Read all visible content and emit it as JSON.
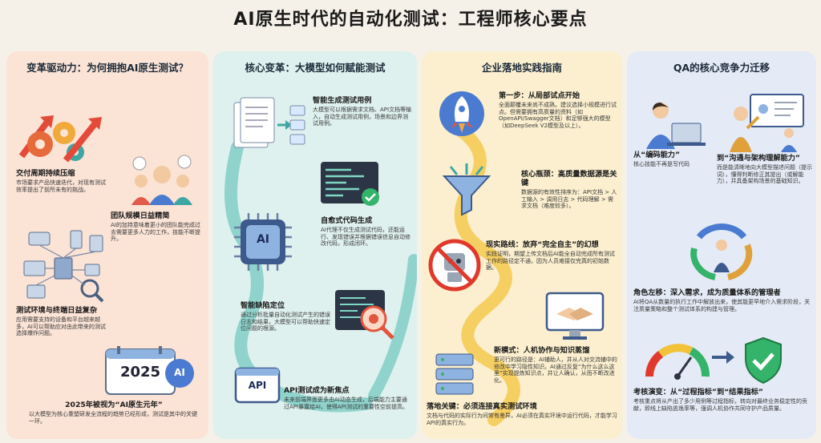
{
  "title": "AI原生时代的自动化测试：工程师核心要点",
  "col1": {
    "header": "变革驱动力：为何拥抱AI原生测试？",
    "b1": {
      "h": "交付周期持续压缩",
      "d": "市场要求产品快速迭代，对现有测试效率提出了前所未有的挑战。"
    },
    "b2": {
      "h": "团队规模日益精简",
      "d": "AI的加持意味着更小的团队能完成过去需要更多人力的工作，技能不断提升。"
    },
    "b3": {
      "h": "测试环境与终端日益复杂",
      "d": "应用需要支持的设备和平台越来越多，AI可以帮助应对由此带来的测试选择爆炸问题。"
    },
    "calendar_year": "2025",
    "calendar_badge": "AI",
    "b4": {
      "h": "2025年被视为“AI原生元年”",
      "d": "以大模型为核心重塑研发全流程的趋势已经形成，测试是其中的关键一环。"
    }
  },
  "col2": {
    "header": "核心变革：大模型如何赋能测试",
    "b1": {
      "h": "智能生成测试用例",
      "d": "大模型可以根据需求文档、API文档等输入，自动生成测试用例，场景和边界测试用例。"
    },
    "b2": {
      "h": "自愈式代码生成",
      "d": "AI代理不仅生成测试代码，还能运行、发现错误并根据错误信息自动修改代码，形成闭环。"
    },
    "chip_label": "AI",
    "b3": {
      "h": "智能缺陷定位",
      "d": "通过分析批量自动化测试产生的错误日志和结果，大模型可以帮助快速定位问题的根源。"
    },
    "api_label": "API",
    "b4": {
      "h": "API测试成为新焦点",
      "d": "未来前端界面更多由AI动态生成，后端能力主要通过API暴露给AI，使得API测试的重要性空前提高。"
    }
  },
  "col3": {
    "header": "企业落地实践指南",
    "b1": {
      "h": "第一步：从局部试点开始",
      "d": "全面颠覆未来尚不成熟。建议选择小规模进行试点。但需要拥有高质量的资料（如OpenAPI/Swagger文档）和足够强大的模型（如DeepSeek V2模型及以上）。"
    },
    "b2": {
      "h": "核心瓶颈：高质量数据源是关键",
      "d": "数据源的有效性排序为：API文档 > 人工输入 > 调用日志 > 代码理解 > 需求文档（难度较多）。"
    },
    "b3": {
      "h": "现实路线：放弃“完全自主”的幻想",
      "d": "实践证明，期望上传文档后AI能全自动完成所有测试工作的路径定不通，因为人员难接仅完真的初始数据。"
    },
    "b4": {
      "h": "新模式：人机协作与知识蒸馏",
      "d": "更可行的路径是：AI辅助人，并从人对交流辅中的修改中学习隐性知识。AI通过反复“为什么这么这里”实现提炼知识点，并让人确认，从而不断改进化。"
    },
    "b5": {
      "h": "落地关键：必须连接真实测试环境",
      "d": "文档与代码的实际行为间常有差异，AI必须在真实环境中运行代码，才能学习API的真实行为。"
    }
  },
  "col4": {
    "header": "QA的核心竞争力迁移",
    "b1": {
      "h": "从“编码能力”",
      "d": "核心技能不再是写代码"
    },
    "b2": {
      "h": "到“沟通与架构理解能力”",
      "d": "而是能清晰地向大模型描述问题（提示词），懂得判断修正其提出（或解能力），并具备架构场景的基础知识。"
    },
    "b3": {
      "h": "角色左移：深入需求，成为质量体系的管理者",
      "d": "AI将QA从数量的执行工作中解放出来，使其能更早地介入需求阶段，关注质量策略和整个测试体系的构建与管理。"
    },
    "b4": {
      "h": "考核演变：从“过程指标”到“结果指标”",
      "d": "考核重点将从产出了多少用例等过程指标，转向对最终业务稳定性的贡献，即线上缺陷逃逸率等，强调人机协作共同守护产品质量。"
    }
  }
}
